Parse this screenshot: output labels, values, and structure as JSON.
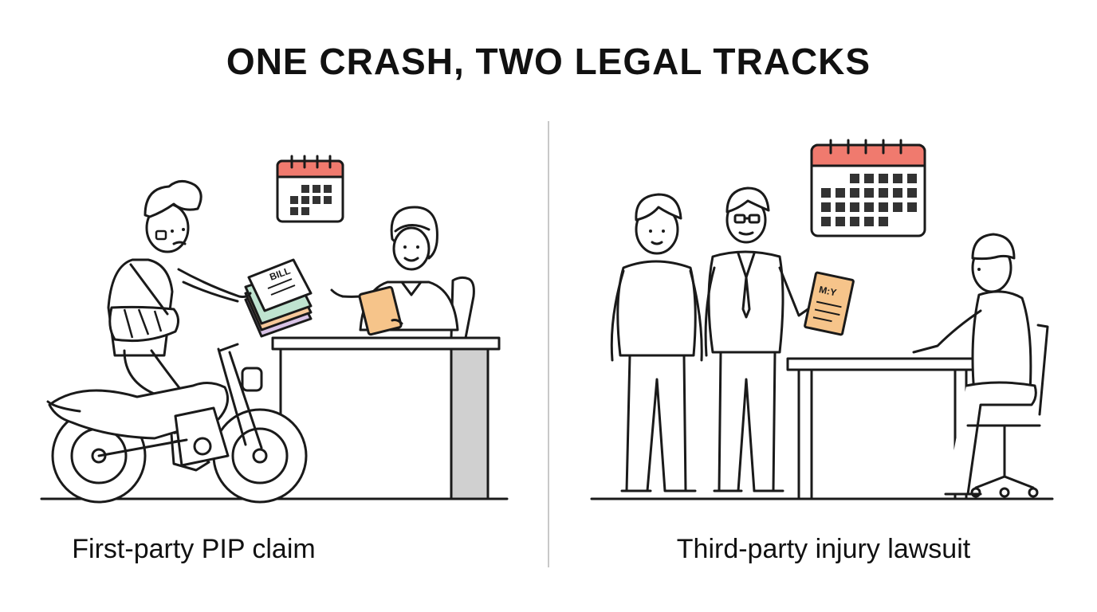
{
  "title": "ONE CRASH, TWO LEGAL TRACKS",
  "left_panel": {
    "caption": "First-party PIP claim",
    "bill_text": "BILL"
  },
  "right_panel": {
    "caption": "Third-party injury lawsuit",
    "document_text": "M:Y"
  },
  "colors": {
    "calendar_header": "#f07a6e",
    "bill_green": "#bfe3d0",
    "bill_orange": "#f6c89a",
    "bill_purple": "#d9c3e6",
    "clipboard": "#f6c48a",
    "desk_side": "#d0d0d0",
    "divider": "#c8c8c8"
  }
}
